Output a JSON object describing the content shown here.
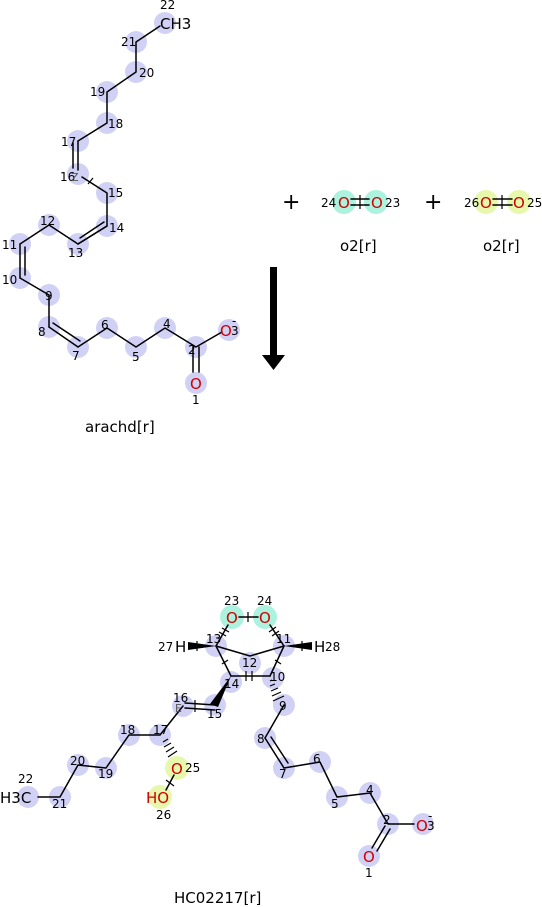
{
  "reactants": [
    {
      "name": "arachd[r]",
      "atoms": [
        "1",
        "2",
        "3",
        "4",
        "5",
        "6",
        "7",
        "8",
        "9",
        "10",
        "11",
        "12",
        "13",
        "14",
        "15",
        "16",
        "17",
        "18",
        "19",
        "20",
        "21",
        "22"
      ],
      "terminal": "CH3",
      "carboxyl_o1": "O",
      "carboxyl_o2": "O",
      "charge": "-",
      "stereo": "Z"
    },
    {
      "name": "o2[r]",
      "atoms": [
        "24",
        "23"
      ],
      "atom_label": "O"
    },
    {
      "name": "o2[r]",
      "atoms": [
        "26",
        "25"
      ],
      "atom_label": "O"
    }
  ],
  "operators": {
    "plus": "+"
  },
  "product": {
    "name": "HC02217[r]",
    "atoms": [
      "1",
      "2",
      "3",
      "4",
      "5",
      "6",
      "7",
      "8",
      "9",
      "10",
      "11",
      "12",
      "13",
      "14",
      "15",
      "16",
      "17",
      "18",
      "19",
      "20",
      "21",
      "22",
      "23",
      "24",
      "25",
      "26",
      "27",
      "28"
    ],
    "terminal": "H3C",
    "hydroxyl": "HO",
    "h_label": "H",
    "o_label": "O",
    "charge": "-",
    "stereo": "E"
  },
  "colors": {
    "carbon_highlight": "#c9c9f5",
    "o2_first": "#9ff0d8",
    "o2_second": "#e6f7a8",
    "oxygen": "#d00000"
  }
}
